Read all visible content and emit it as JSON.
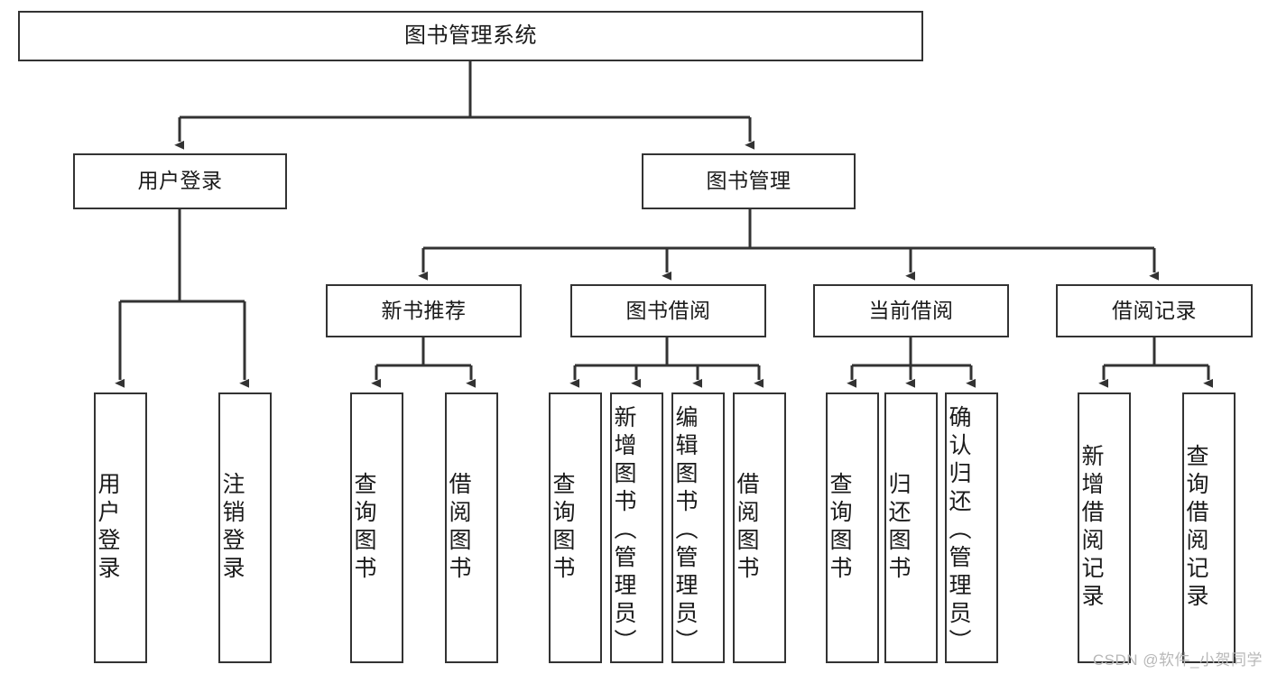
{
  "diagram": {
    "title": "图书管理系统",
    "type": "hierarchy-tree",
    "watermark": "CSDN @软件_小贺同学",
    "colors": {
      "box_border": "#333333",
      "box_fill": "#ffffff",
      "connector": "#333333",
      "text": "#1a1a1a",
      "watermark": "#b8b8b8"
    },
    "nodes": {
      "root": {
        "label": "图书管理系统"
      },
      "level2": [
        {
          "label": "用户登录"
        },
        {
          "label": "图书管理"
        }
      ],
      "level3": [
        {
          "label": "新书推荐"
        },
        {
          "label": "图书借阅"
        },
        {
          "label": "当前借阅"
        },
        {
          "label": "借阅记录"
        }
      ],
      "leaves": {
        "user_login": [
          {
            "label": "用户登录"
          },
          {
            "label": "注销登录"
          }
        ],
        "new_book_recommend": [
          {
            "label": "查询图书"
          },
          {
            "label": "借阅图书"
          }
        ],
        "book_borrow": [
          {
            "label": "查询图书"
          },
          {
            "label": "新增图书（管理员）"
          },
          {
            "label": "编辑图书（管理员）"
          },
          {
            "label": "借阅图书"
          }
        ],
        "current_borrow": [
          {
            "label": "查询图书"
          },
          {
            "label": "归还图书"
          },
          {
            "label": "确认归还（管理员）"
          }
        ],
        "borrow_record": [
          {
            "label": "新增借阅记录"
          },
          {
            "label": "查询借阅记录"
          }
        ]
      }
    }
  }
}
